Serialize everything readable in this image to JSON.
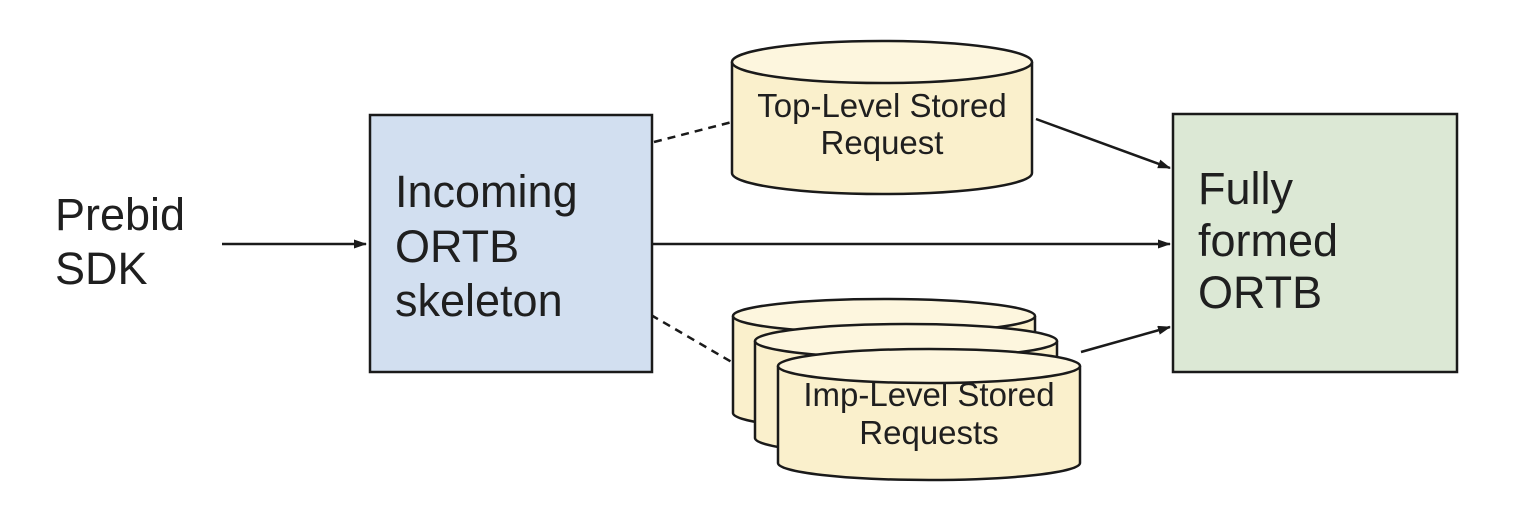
{
  "diagram": {
    "type": "flow-diagram",
    "colors": {
      "background": "#ffffff",
      "incoming_box_fill": "#d2dff0",
      "fully_formed_box_fill": "#dce8d5",
      "cylinder_body_fill": "#faf0cc",
      "cylinder_top_fill": "#fdf6de",
      "line_color": "#1a1a1a",
      "text_color": "#1f1f1f"
    },
    "nodes": {
      "prebid_sdk": {
        "type": "text-label",
        "label": "Prebid SDK",
        "lines": [
          "Prebid",
          "SDK"
        ]
      },
      "incoming_ortb": {
        "type": "box",
        "label": "Incoming ORTB skeleton",
        "lines": [
          "Incoming",
          "ORTB",
          "skeleton"
        ]
      },
      "top_level_stored_request": {
        "type": "database-cylinder",
        "label": "Top-Level Stored Request",
        "lines": [
          "Top-Level Stored",
          "Request"
        ]
      },
      "imp_level_stored_requests": {
        "type": "database-cylinder-stack",
        "stack_count": 3,
        "label": "Imp-Level Stored Requests",
        "lines": [
          "Imp-Level Stored",
          "Requests"
        ]
      },
      "fully_formed_ortb": {
        "type": "box",
        "label": "Fully formed ORTB",
        "lines": [
          "Fully",
          "formed",
          "ORTB"
        ]
      }
    },
    "edges": [
      {
        "from": "prebid_sdk",
        "to": "incoming_ortb",
        "style": "solid",
        "arrowhead": true
      },
      {
        "from": "incoming_ortb",
        "to": "top_level_stored_request",
        "style": "dashed",
        "arrowhead": false
      },
      {
        "from": "incoming_ortb",
        "to": "fully_formed_ortb",
        "style": "solid",
        "arrowhead": true
      },
      {
        "from": "incoming_ortb",
        "to": "imp_level_stored_requests",
        "style": "dashed",
        "arrowhead": false
      },
      {
        "from": "top_level_stored_request",
        "to": "fully_formed_ortb",
        "style": "solid",
        "arrowhead": true
      },
      {
        "from": "imp_level_stored_requests",
        "to": "fully_formed_ortb",
        "style": "solid",
        "arrowhead": true
      }
    ]
  }
}
